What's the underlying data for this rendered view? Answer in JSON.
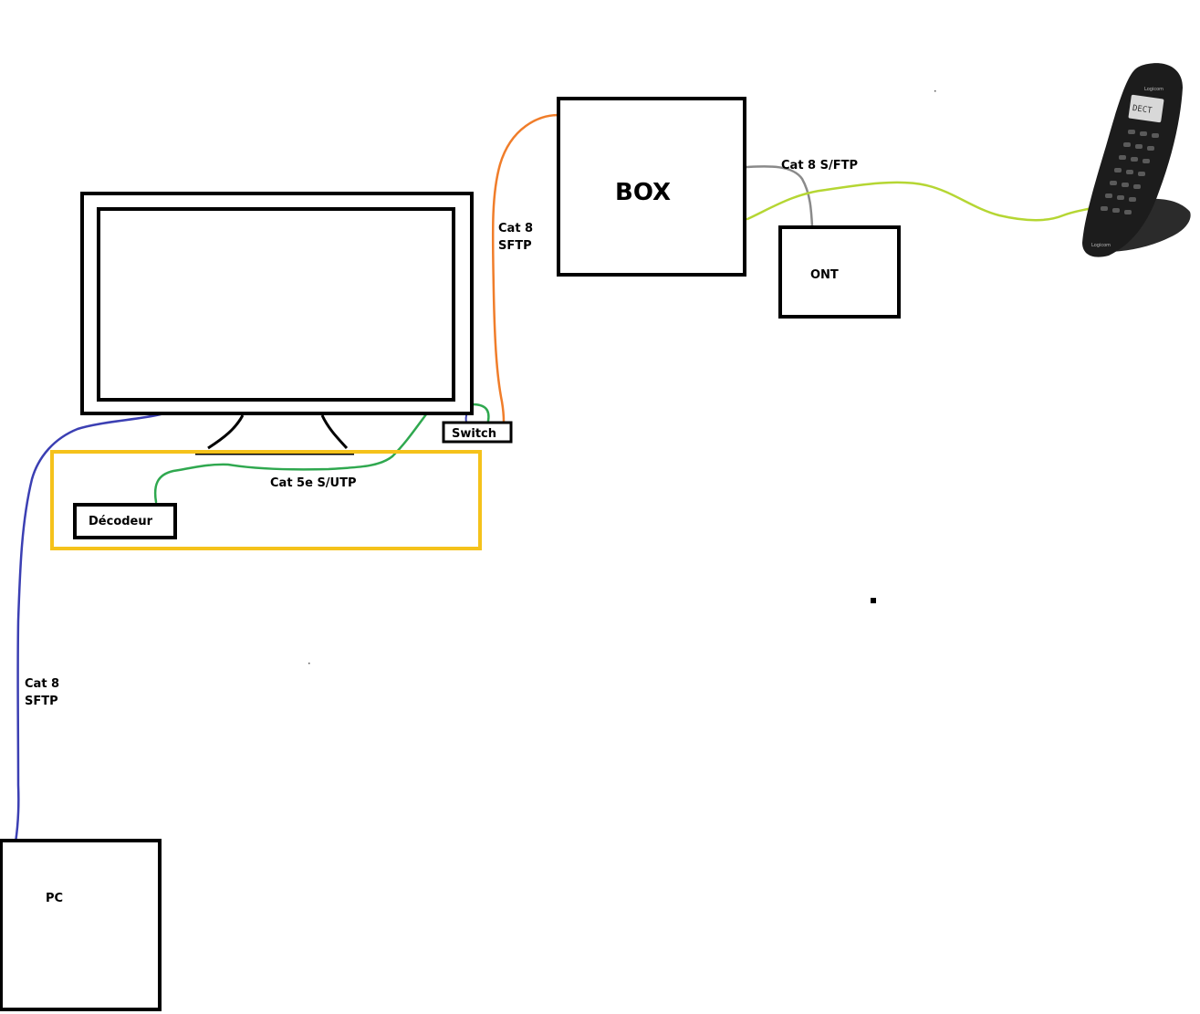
{
  "nodes": {
    "box": {
      "label": "BOX"
    },
    "ont": {
      "label": "ONT"
    },
    "switch": {
      "label": "Switch"
    },
    "decoder": {
      "label": "Décodeur"
    },
    "pc": {
      "label": "PC"
    },
    "tv": {
      "label": ""
    },
    "phone": {
      "label": "",
      "icon": "cordless-phone-icon",
      "brand": "Logicom",
      "screen_text": "DECT"
    }
  },
  "cables": {
    "box_switch": {
      "line1": "Cat 8",
      "line2": "SFTP",
      "color": "#f07d2a"
    },
    "box_ont": {
      "label": "Cat 8 S/FTP",
      "color": "#8a8a8a"
    },
    "box_phone": {
      "label": "",
      "color": "#b5d633"
    },
    "tv_decoder": {
      "label": "Cat 5e S/UTP",
      "color": "#2fa84f"
    },
    "tv_pc": {
      "line1": "Cat 8",
      "line2": "SFTP",
      "color": "#3b3fb3"
    }
  },
  "colors": {
    "outline": "#000000",
    "furniture_outline": "#f5c21b"
  }
}
